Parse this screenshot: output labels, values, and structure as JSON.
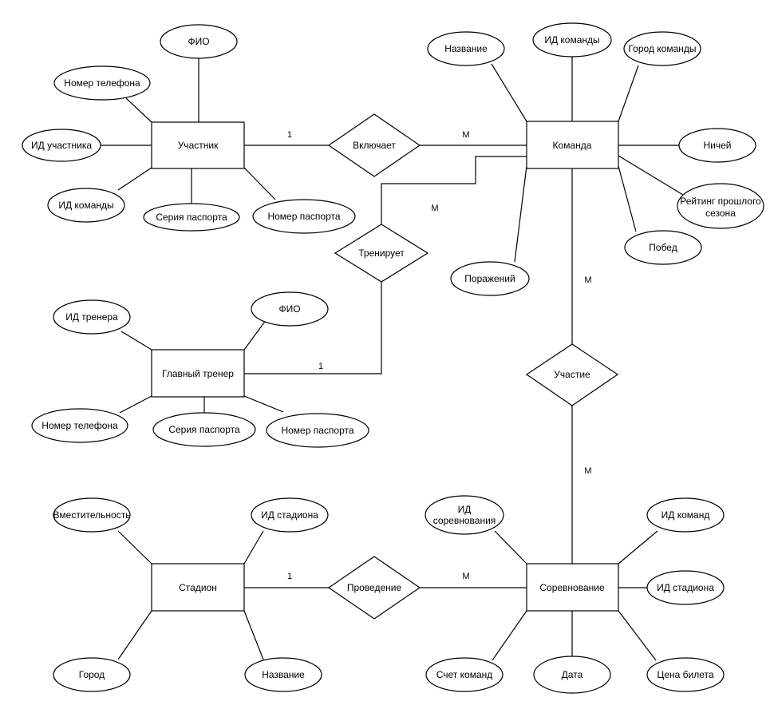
{
  "entities": {
    "participant": "Участник",
    "team": "Команда",
    "head_coach": "Главный тренер",
    "stadium": "Стадион",
    "competition": "Соревнование"
  },
  "relationships": {
    "includes": "Включает",
    "trains": "Тренирует",
    "participation": "Участие",
    "hosting": "Проведение"
  },
  "attributes": {
    "participant": {
      "fio": "ФИО",
      "phone": "Номер телефона",
      "participant_id": "ИД участника",
      "team_id": "ИД команды",
      "passport_series": "Серия паспорта",
      "passport_number": "Номер паспорта"
    },
    "team": {
      "name": "Название",
      "team_id": "ИД команды",
      "city": "Город команды",
      "draws": "Ничей",
      "rating": [
        "Рейтинг прошлого",
        "сезона"
      ],
      "wins": "Побед",
      "losses": "Поражений"
    },
    "head_coach": {
      "coach_id": "ИД тренера",
      "fio": "ФИО",
      "phone": "Номер телефона",
      "passport_series": "Серия паспорта",
      "passport_number": "Номер паспорта"
    },
    "stadium": {
      "capacity": "Вместительность",
      "stadium_id": "ИД стадиона",
      "city": "Город",
      "name": "Название"
    },
    "competition": {
      "competition_id": [
        "ИД",
        "соревнования"
      ],
      "teams_id": "ИД команд",
      "stadium_id": "ИД стадиона",
      "ticket_price": "Цена билета",
      "date": "Дата",
      "score": "Счет команд"
    }
  },
  "cardinalities": {
    "participant_includes": "1",
    "team_includes": "M",
    "team_trains": "M",
    "coach_trains": "1",
    "team_participation": "M",
    "competition_participation": "M",
    "stadium_hosting": "1",
    "competition_hosting": "M"
  }
}
